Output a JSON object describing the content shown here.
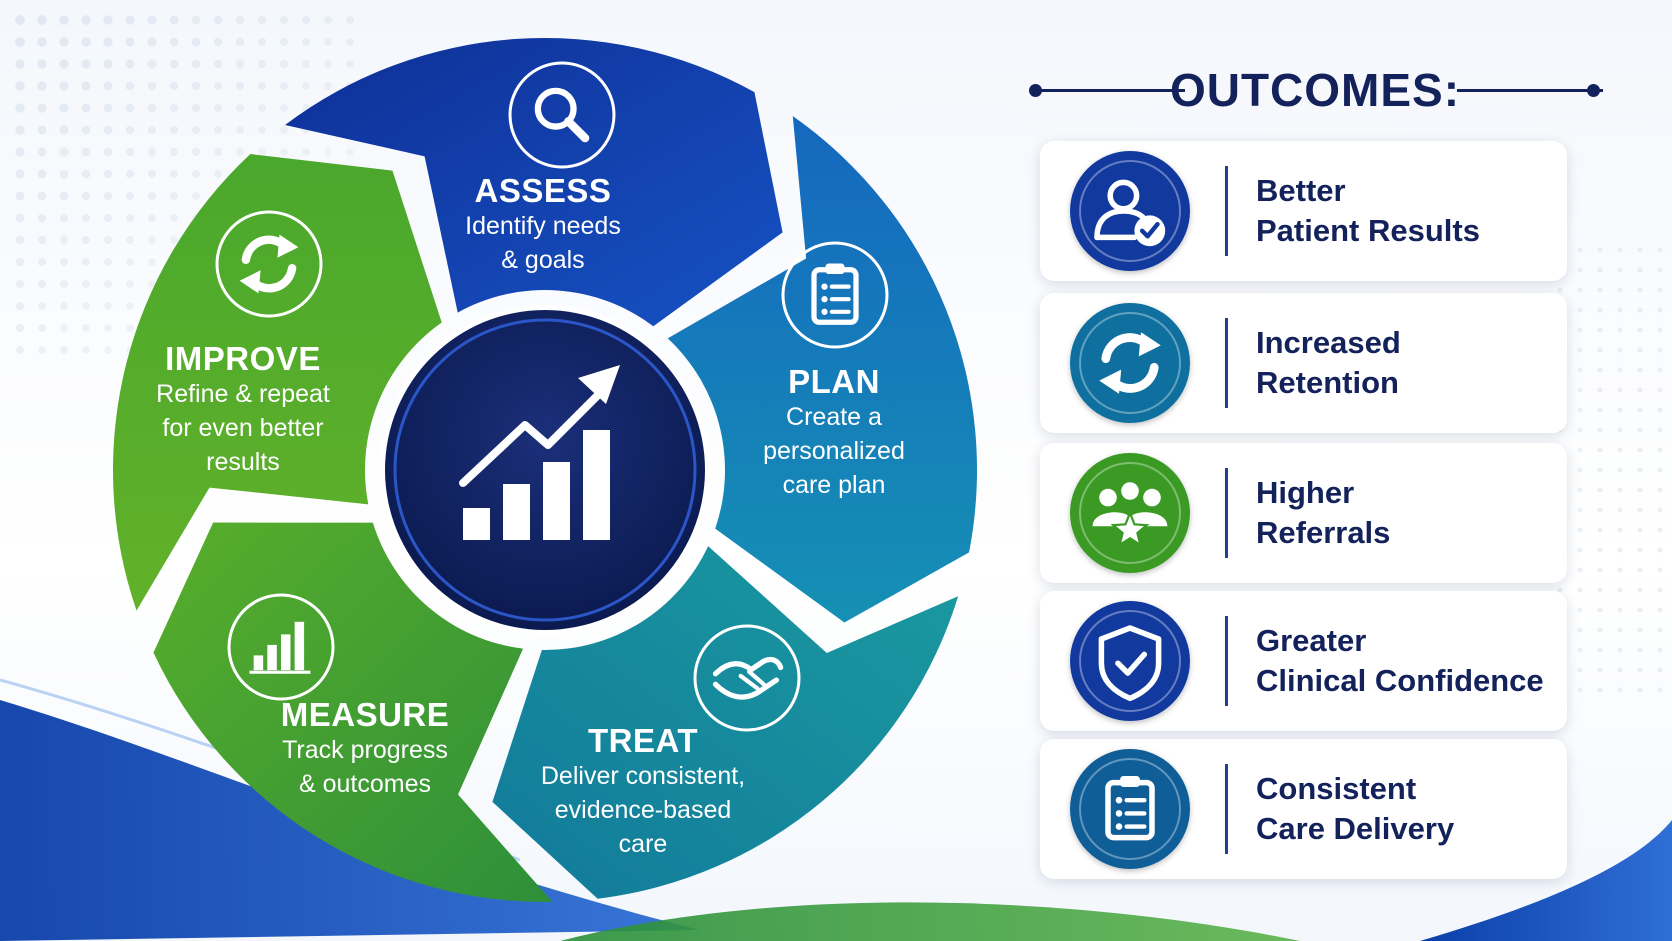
{
  "cycle": {
    "center": {
      "icon": "growth-chart-icon"
    },
    "segments": [
      {
        "key": "assess",
        "title": "ASSESS",
        "lines": [
          "Identify needs",
          "& goals"
        ],
        "icon": "search-icon",
        "color": "#1238a6"
      },
      {
        "key": "plan",
        "title": "PLAN",
        "lines": [
          "Create a",
          "personalized",
          "care plan"
        ],
        "icon": "clipboard-icon",
        "color": "#0d76b4"
      },
      {
        "key": "treat",
        "title": "TREAT",
        "lines": [
          "Deliver consistent,",
          "evidence-based",
          "care"
        ],
        "icon": "handshake-icon",
        "color": "#12859a"
      },
      {
        "key": "measure",
        "title": "MEASURE",
        "lines": [
          "Track progress",
          "& outcomes"
        ],
        "icon": "bar-chart-icon",
        "color": "#3f9c2c"
      },
      {
        "key": "improve",
        "title": "IMPROVE",
        "lines": [
          "Refine & repeat",
          "for even better",
          "results"
        ],
        "icon": "refresh-icon",
        "color": "#4fa82a"
      }
    ]
  },
  "outcomes": {
    "title": "OUTCOMES:",
    "items": [
      {
        "lines": [
          "Better",
          "Patient Results"
        ],
        "icon": "user-check-icon",
        "color": "#123a9e"
      },
      {
        "lines": [
          "Increased",
          "Retention"
        ],
        "icon": "refresh-icon",
        "color": "#0f6f9e"
      },
      {
        "lines": [
          "Higher",
          "Referrals"
        ],
        "icon": "group-star-icon",
        "color": "#3a9a24"
      },
      {
        "lines": [
          "Greater",
          "Clinical Confidence"
        ],
        "icon": "shield-check-icon",
        "color": "#123a9e"
      },
      {
        "lines": [
          "Consistent",
          "Care Delivery"
        ],
        "icon": "clipboard-icon",
        "color": "#0f5e98"
      }
    ]
  }
}
